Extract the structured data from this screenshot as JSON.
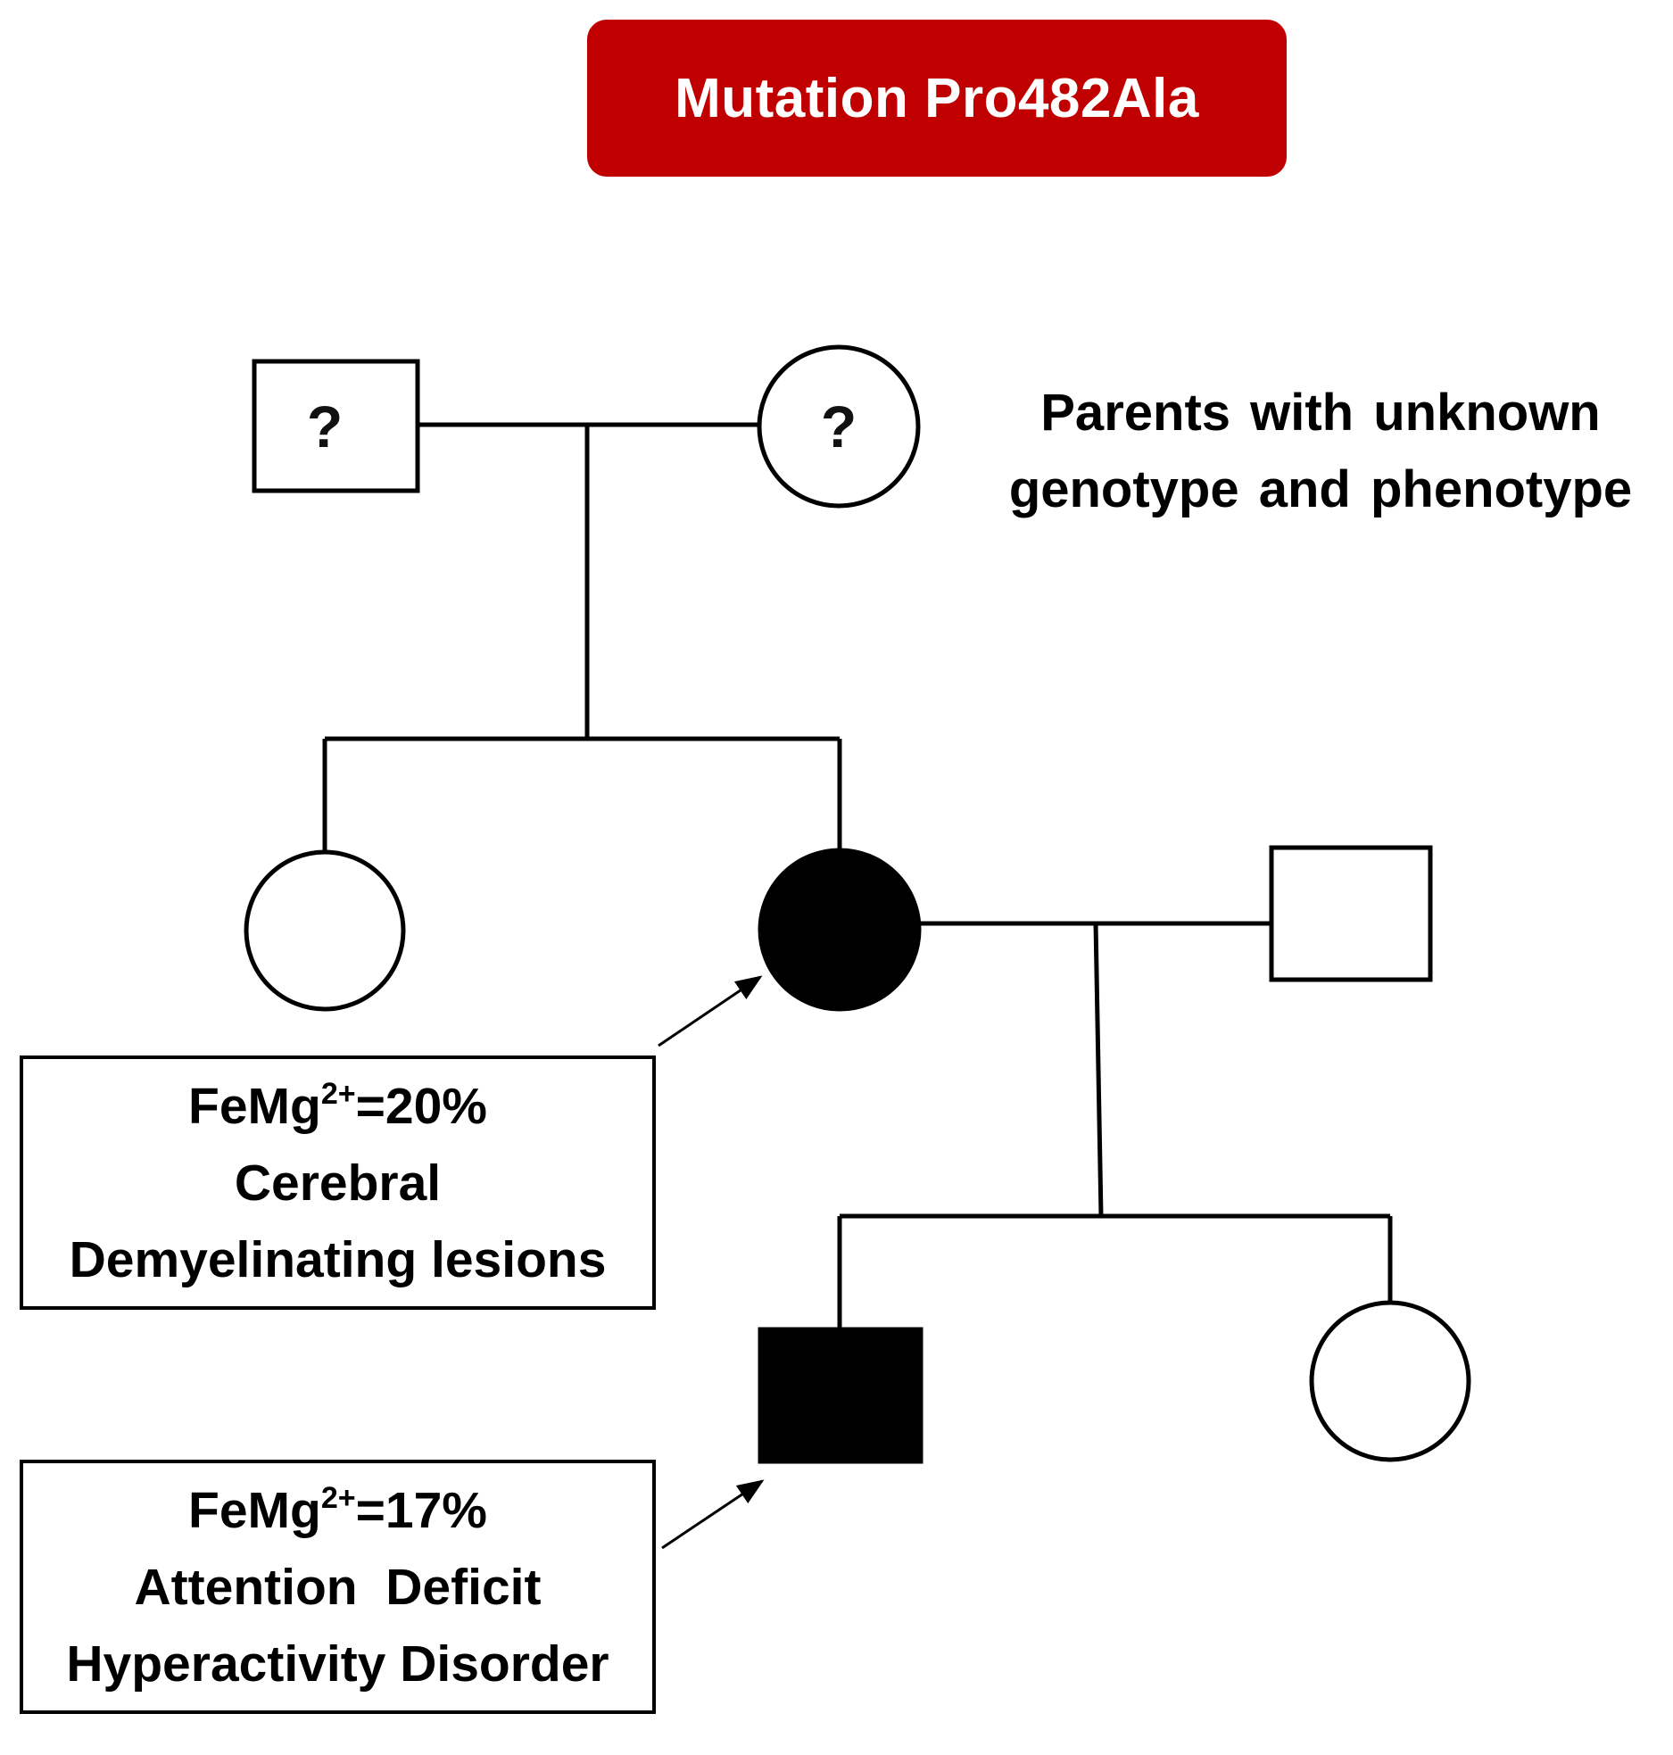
{
  "title": "Mutation Pro482Ala",
  "parents": {
    "father_symbol": "?",
    "mother_symbol": "?",
    "note_line1": "Parents with unknown",
    "note_line2": "genotype and phenotype"
  },
  "proband_info": {
    "prefix": "FeMg",
    "superscript": "2+",
    "value": "=20%",
    "line2": "Cerebral",
    "line3": "Demyelinating lesions"
  },
  "son_info": {
    "prefix": "FeMg",
    "superscript": "2+",
    "value": "=17%",
    "line2": "Attention  Deficit",
    "line3": "Hyperactivity Disorder"
  },
  "colors": {
    "title_background": "#c00000",
    "title_text": "#ffffff",
    "affected_fill": "#000000",
    "unaffected_fill": "#ffffff"
  }
}
